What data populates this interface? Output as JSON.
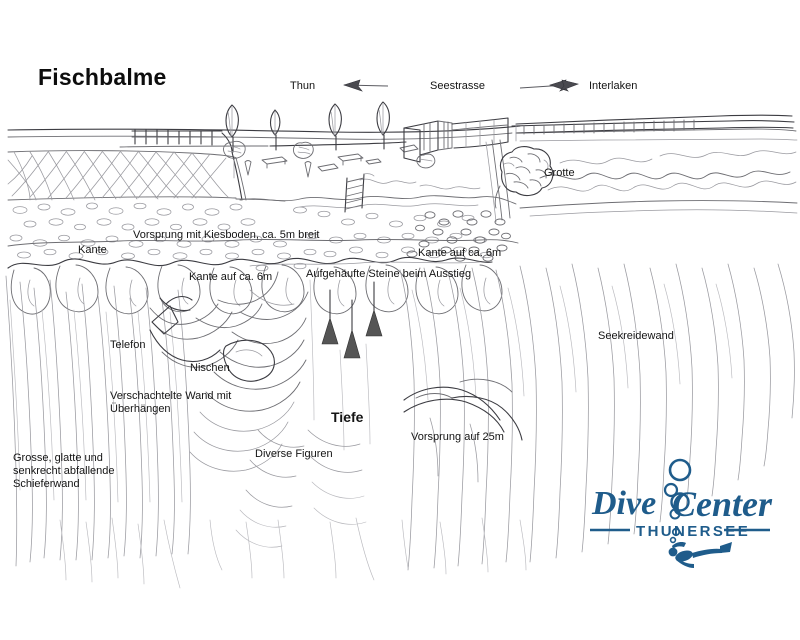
{
  "title": "Fischbalme",
  "colors": {
    "background": "#ffffff",
    "ink": "#141414",
    "pencil": "#6e6e73",
    "logo_blue": "#1f5c8b"
  },
  "direction_markers": [
    {
      "name": "thun",
      "label": "Thun",
      "arrow": "left-arrow"
    },
    {
      "name": "seestrasse",
      "label": "Seestrasse",
      "arrow": "right-arrow"
    },
    {
      "name": "interlaken",
      "label": "Interlaken",
      "arrow": "none"
    }
  ],
  "annotations": [
    {
      "name": "grotte",
      "label": "Grotte"
    },
    {
      "name": "vorsprung-kiesboden",
      "label": "Vorsprung mit Kiesboden, ca. 5m breit"
    },
    {
      "name": "kante",
      "label": "Kante"
    },
    {
      "name": "kante-rechts",
      "label": "Kante auf ca. 6m"
    },
    {
      "name": "kante-mitte",
      "label": "Kante auf ca. 6m"
    },
    {
      "name": "aufgehaeufte-steine",
      "label": "Aufgehäufte Steine beim Ausstieg"
    },
    {
      "name": "seekreidewand",
      "label": "Seekreidewand"
    },
    {
      "name": "telefon",
      "label": "Telefon"
    },
    {
      "name": "nischen",
      "label": "Nischen"
    },
    {
      "name": "verschachtelte-wand-1",
      "label": "Verschachtelte Wand mit"
    },
    {
      "name": "verschachtelte-wand-2",
      "label": "Überhängen"
    },
    {
      "name": "schieferwand-1",
      "label": "Grosse, glatte und"
    },
    {
      "name": "schieferwand-2",
      "label": "senkrecht abfallende"
    },
    {
      "name": "schieferwand-3",
      "label": "Schieferwand"
    },
    {
      "name": "diverse-figuren",
      "label": "Diverse Figuren"
    },
    {
      "name": "tiefe",
      "label": "Tiefe"
    },
    {
      "name": "vorsprung-25m",
      "label": "Vorsprung auf 25m"
    }
  ],
  "logo": {
    "word_one": "Dive",
    "word_two": "Center",
    "subtitle": "THUNERSEE",
    "diver_icon": "scuba-diver-icon",
    "bubbles_icon": "air-bubbles-icon"
  }
}
